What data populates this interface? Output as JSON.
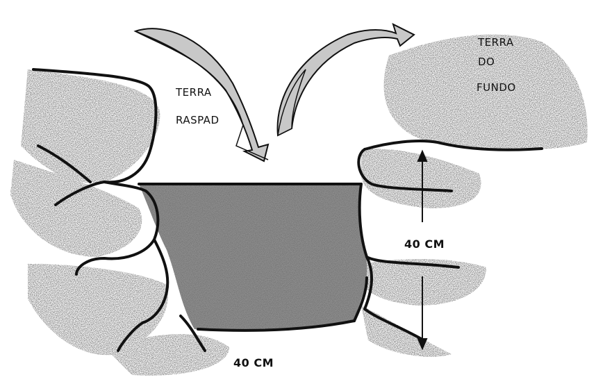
{
  "labels": {
    "terra_raspada_line1": "TERRA",
    "terra_raspada_line2": "RASPAD",
    "terra_fundo_line1": "TERRA",
    "terra_fundo_line2": "DO",
    "terra_fundo_line3": "FUNDO",
    "depth": "40 CM",
    "width": "40 CM"
  },
  "colors": {
    "pit_fill": "#8e8e8e",
    "soil_speckle": "#222222",
    "outline": "#111111",
    "arrow_fill": "#c8c8c8",
    "background": "#ffffff"
  }
}
